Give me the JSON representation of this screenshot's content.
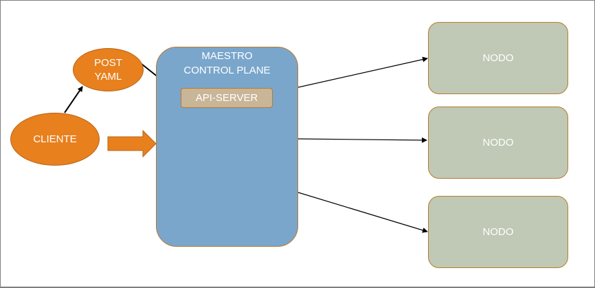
{
  "diagram": {
    "client": {
      "label": "CLIENTE"
    },
    "post": {
      "line1": "POST",
      "line2": "YAML"
    },
    "master": {
      "line1": "MAESTRO",
      "line2": "CONTROL PLANE",
      "api_server": "API-SERVER"
    },
    "nodes": [
      {
        "label": "NODO"
      },
      {
        "label": "NODO"
      },
      {
        "label": "NODO"
      }
    ],
    "colors": {
      "client_fill": "#e8801e",
      "master_fill": "#7aa6cc",
      "api_fill": "#c9b597",
      "node_fill": "#bfc9b5",
      "outline": "#b87a2c"
    }
  }
}
